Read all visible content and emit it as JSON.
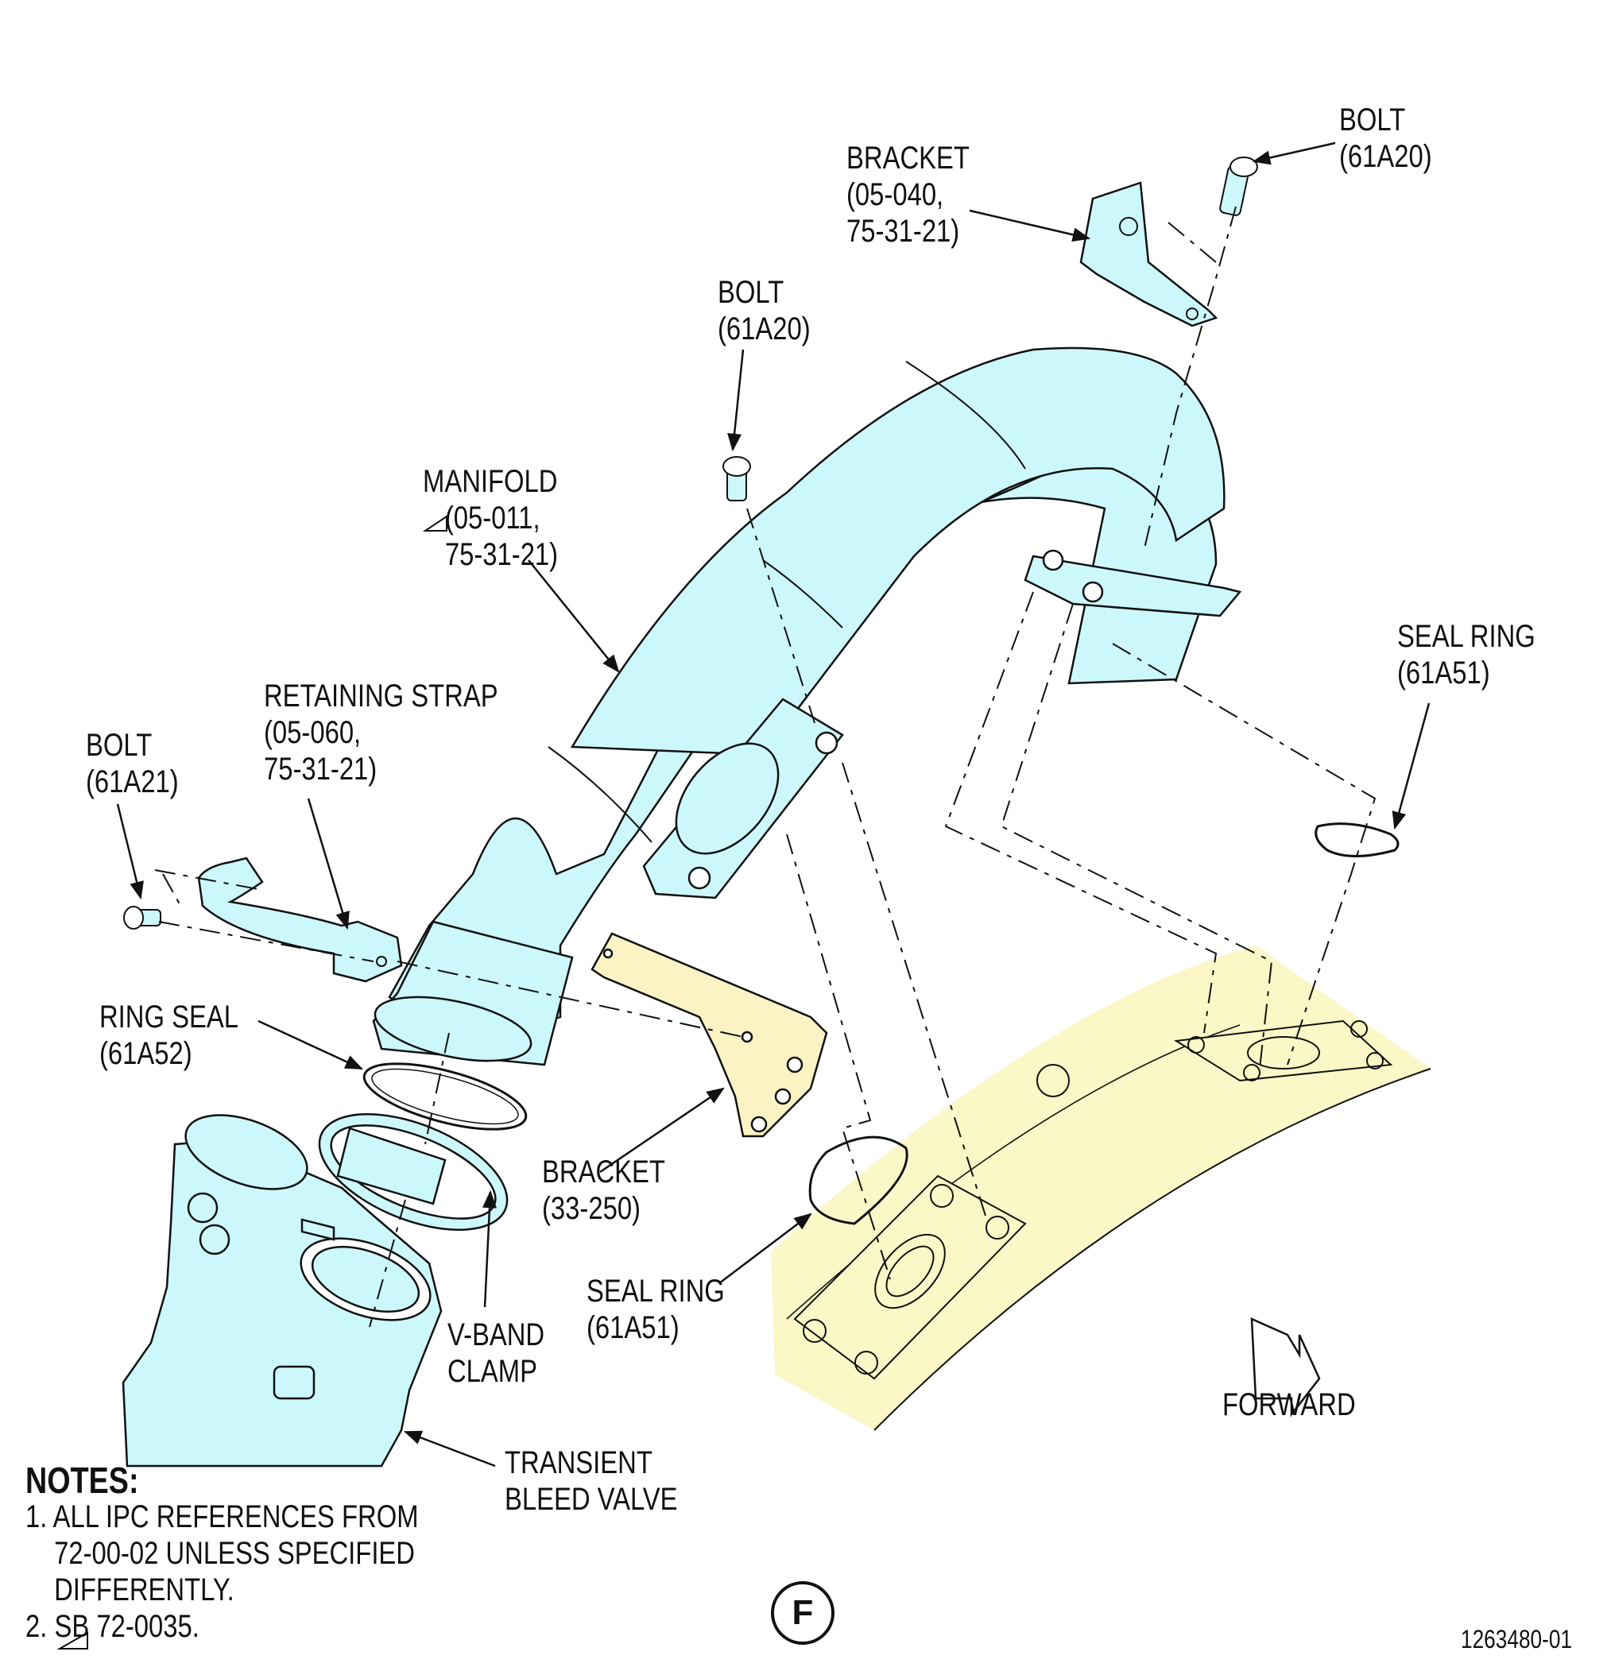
{
  "labels": {
    "bolt_top_right": [
      "BOLT",
      "(61A20)"
    ],
    "bracket_top": [
      "BRACKET",
      "(05-040,",
      "75-31-21)"
    ],
    "bolt_center": [
      "BOLT",
      "(61A20)"
    ],
    "manifold": [
      "MANIFOLD",
      "(05-011,",
      "75-31-21)"
    ],
    "retaining_strap": [
      "RETAINING STRAP",
      "(05-060,",
      "75-31-21)"
    ],
    "bolt_left": [
      "BOLT",
      "(61A21)"
    ],
    "ring_seal": [
      "RING SEAL",
      "(61A52)"
    ],
    "bracket_lower": [
      "BRACKET",
      "(33-250)"
    ],
    "seal_ring_right": [
      "SEAL RING",
      "(61A51)"
    ],
    "seal_ring_center": [
      "SEAL RING",
      "(61A51)"
    ],
    "vband_clamp": [
      "V-BAND",
      "CLAMP"
    ],
    "transient_bleed_valve": [
      "TRANSIENT",
      "BLEED VALVE"
    ],
    "forward": "FORWARD"
  },
  "notes": {
    "title": "NOTES:",
    "items": [
      "1. ALL IPC REFERENCES FROM",
      "72-00-02 UNLESS SPECIFIED",
      "DIFFERENTLY.",
      "2. SB 72-0035."
    ]
  },
  "view_letter": "F",
  "figure_id": "1263480-01",
  "colors": {
    "part_highlight": "#ccf7fb",
    "bracket_fill": "#fbf3c4",
    "structure_fill": "#fbf7c6",
    "line": "#111111"
  }
}
